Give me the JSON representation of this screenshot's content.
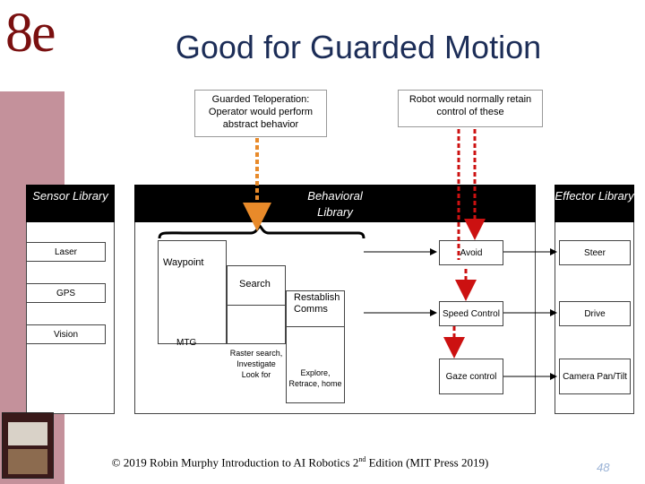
{
  "brand": "8e",
  "title": "Good for Guarded Motion",
  "callouts": {
    "teleop": "Guarded Teloperation: Operator would perform abstract behavior",
    "robot": "Robot would normally retain control of these"
  },
  "headers": {
    "sensor": "Sensor Library",
    "behavioral": "Behavioral Library",
    "effector": "Effector Library"
  },
  "sensors": [
    "Laser",
    "GPS",
    "Vision"
  ],
  "behaviors": {
    "waypoint": "Waypoint",
    "search": "Search",
    "restablish": "Restablish Comms",
    "mtg": "MTG",
    "raster": "Raster search, Investigate Look for",
    "explore": "Explore, Retrace, home",
    "avoid": "Avoid",
    "speed": "Speed Control",
    "gaze": "Gaze control"
  },
  "effectors": [
    "Steer",
    "Drive",
    "Camera Pan/Tilt"
  ],
  "footer": {
    "prefix": "© 2019 Robin Murphy Introduction to AI Robotics 2",
    "sup": "nd",
    "suffix": " Edition (MIT Press 2019)"
  },
  "page_number": "48",
  "colors": {
    "brand": "#7a1010",
    "title": "#1c2d57",
    "sidebar": "#c4919b",
    "teleop_arrow": "#e88a2a",
    "robot_arrow": "#cc1111",
    "page_number": "#9bb3d6"
  }
}
